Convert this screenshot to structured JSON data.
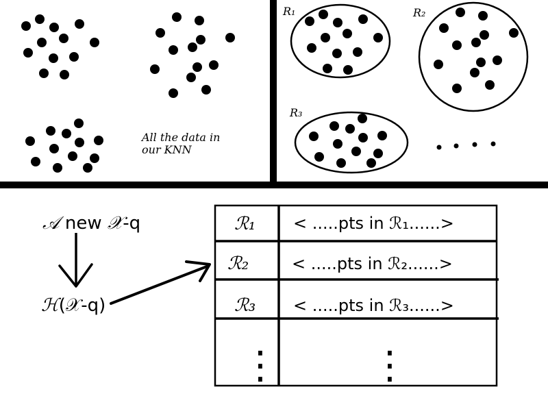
{
  "top_left_caption": [
    "All the data in",
    "our KNN"
  ],
  "regions": [
    {
      "label": "R₁"
    },
    {
      "label": "R₂"
    },
    {
      "label": "R₃"
    }
  ],
  "ellipsis": "• • • •",
  "query": {
    "label_script_A": "𝒜",
    "label_text": " new ",
    "label_script_X": "𝒳",
    "label_suffix": "-q",
    "hash_label_script_H": "ℋ",
    "hash_label_rest": "(𝒳-q)"
  },
  "table": {
    "rows": [
      {
        "key": "ℛ₁",
        "value": "< .....pts in ℛ₁......>"
      },
      {
        "key": "ℛ₂",
        "value": "< .....pts in ℛ₂......>"
      },
      {
        "key": "ℛ₃",
        "value": "< .....pts in ℛ₃......>"
      }
    ],
    "continuation": "⋮"
  }
}
